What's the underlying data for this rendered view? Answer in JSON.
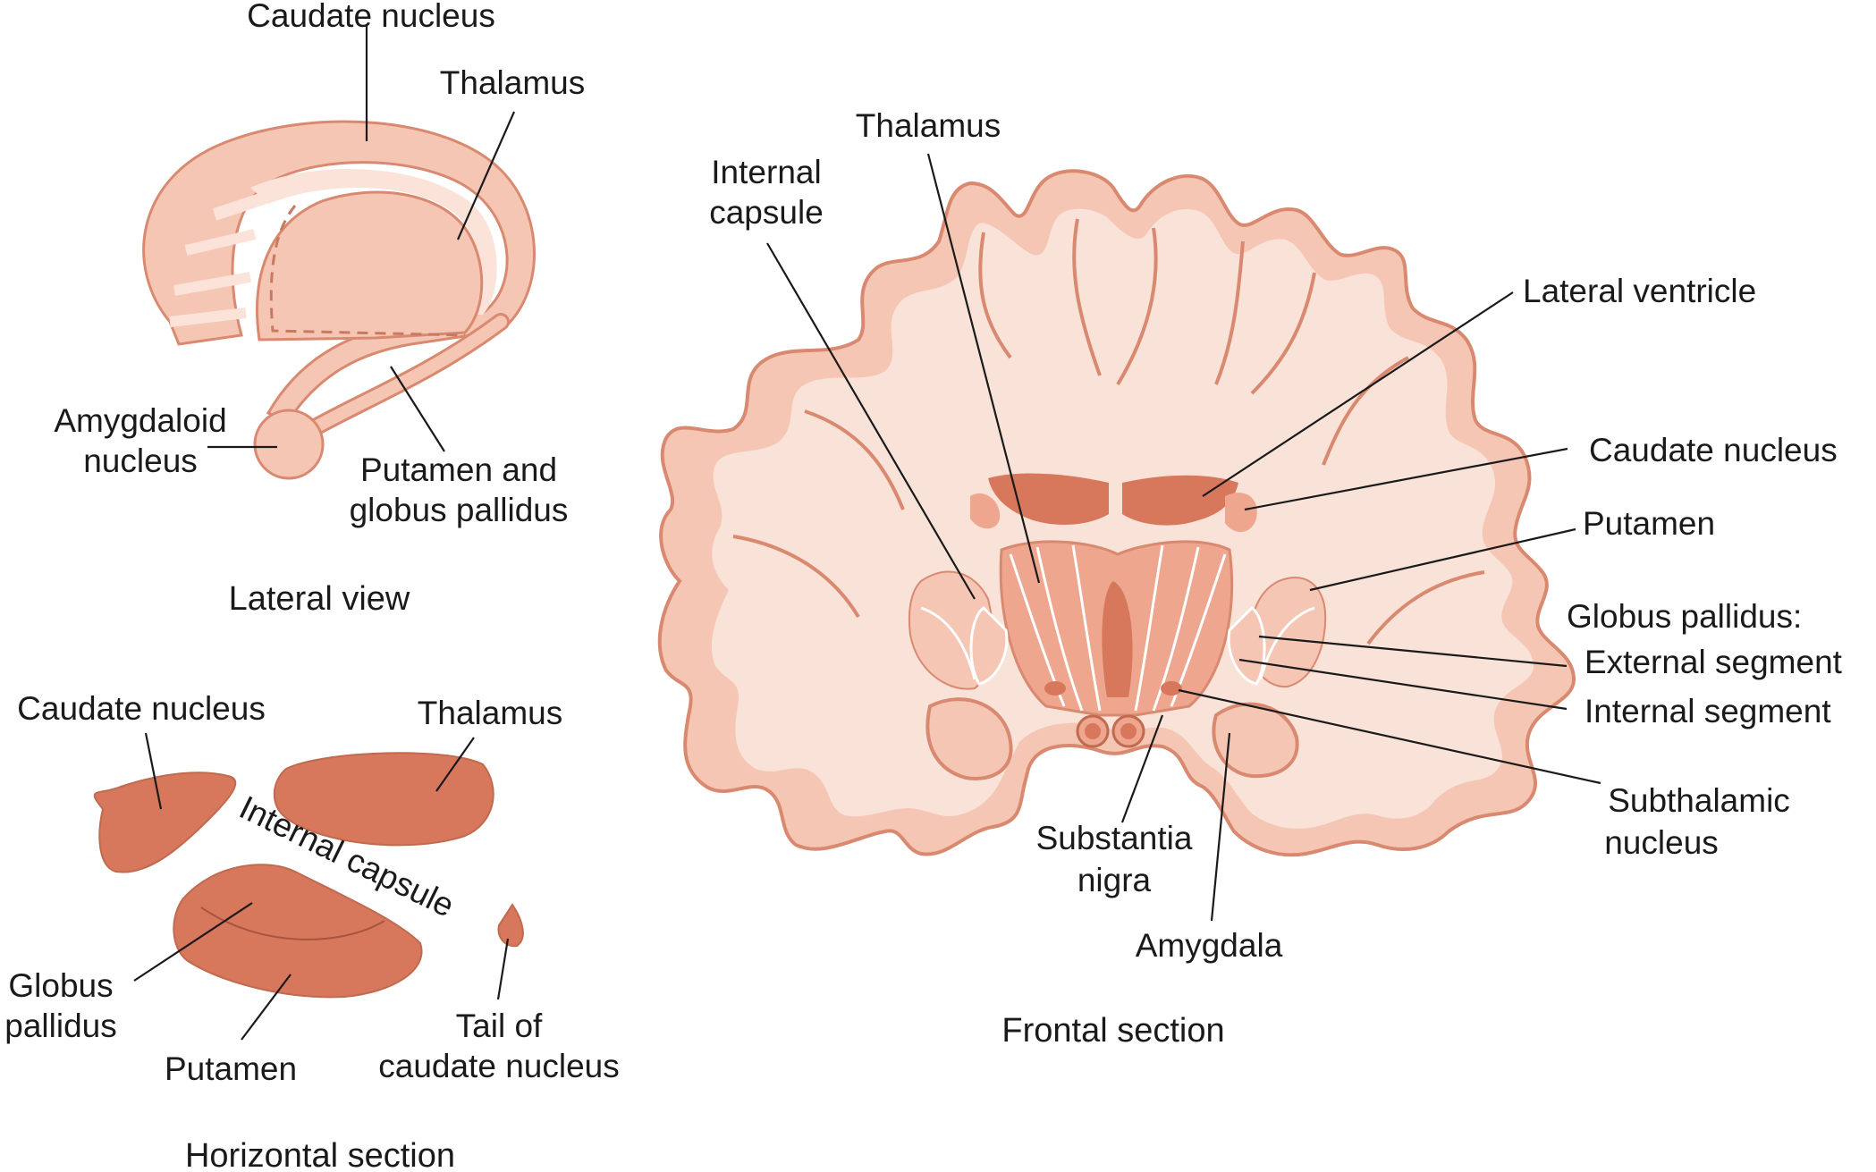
{
  "colors": {
    "light_tissue": "#f6c6b4",
    "outline": "#d9896f",
    "white_matter": "#f9e2d8",
    "dark_nucleus": "#d7775b",
    "mid_nucleus": "#eea68e",
    "ink": "#1a1a1a"
  },
  "lateral": {
    "caption": "Lateral view",
    "labels": {
      "caudate": "Caudate nucleus",
      "thalamus": "Thalamus",
      "amygdaloid_1": "Amygdaloid",
      "amygdaloid_2": "nucleus",
      "putamen_1": "Putamen and",
      "putamen_2": "globus pallidus"
    }
  },
  "horizontal": {
    "caption": "Horizontal section",
    "labels": {
      "caudate": "Caudate nucleus",
      "thalamus": "Thalamus",
      "internal_capsule": "Internal capsule",
      "globus_1": "Globus",
      "globus_2": "pallidus",
      "putamen": "Putamen",
      "tail_1": "Tail of",
      "tail_2": "caudate nucleus"
    }
  },
  "frontal": {
    "caption": "Frontal section",
    "labels": {
      "thalamus": "Thalamus",
      "internal_capsule_1": "Internal",
      "internal_capsule_2": "capsule",
      "lateral_ventricle": "Lateral ventricle",
      "caudate": "Caudate nucleus",
      "putamen": "Putamen",
      "globus_heading": "Globus pallidus:",
      "external_segment": "External segment",
      "internal_segment": "Internal segment",
      "subthalamic_1": "Subthalamic",
      "subthalamic_2": "nucleus",
      "substantia_1": "Substantia",
      "substantia_2": "nigra",
      "amygdala": "Amygdala"
    }
  }
}
